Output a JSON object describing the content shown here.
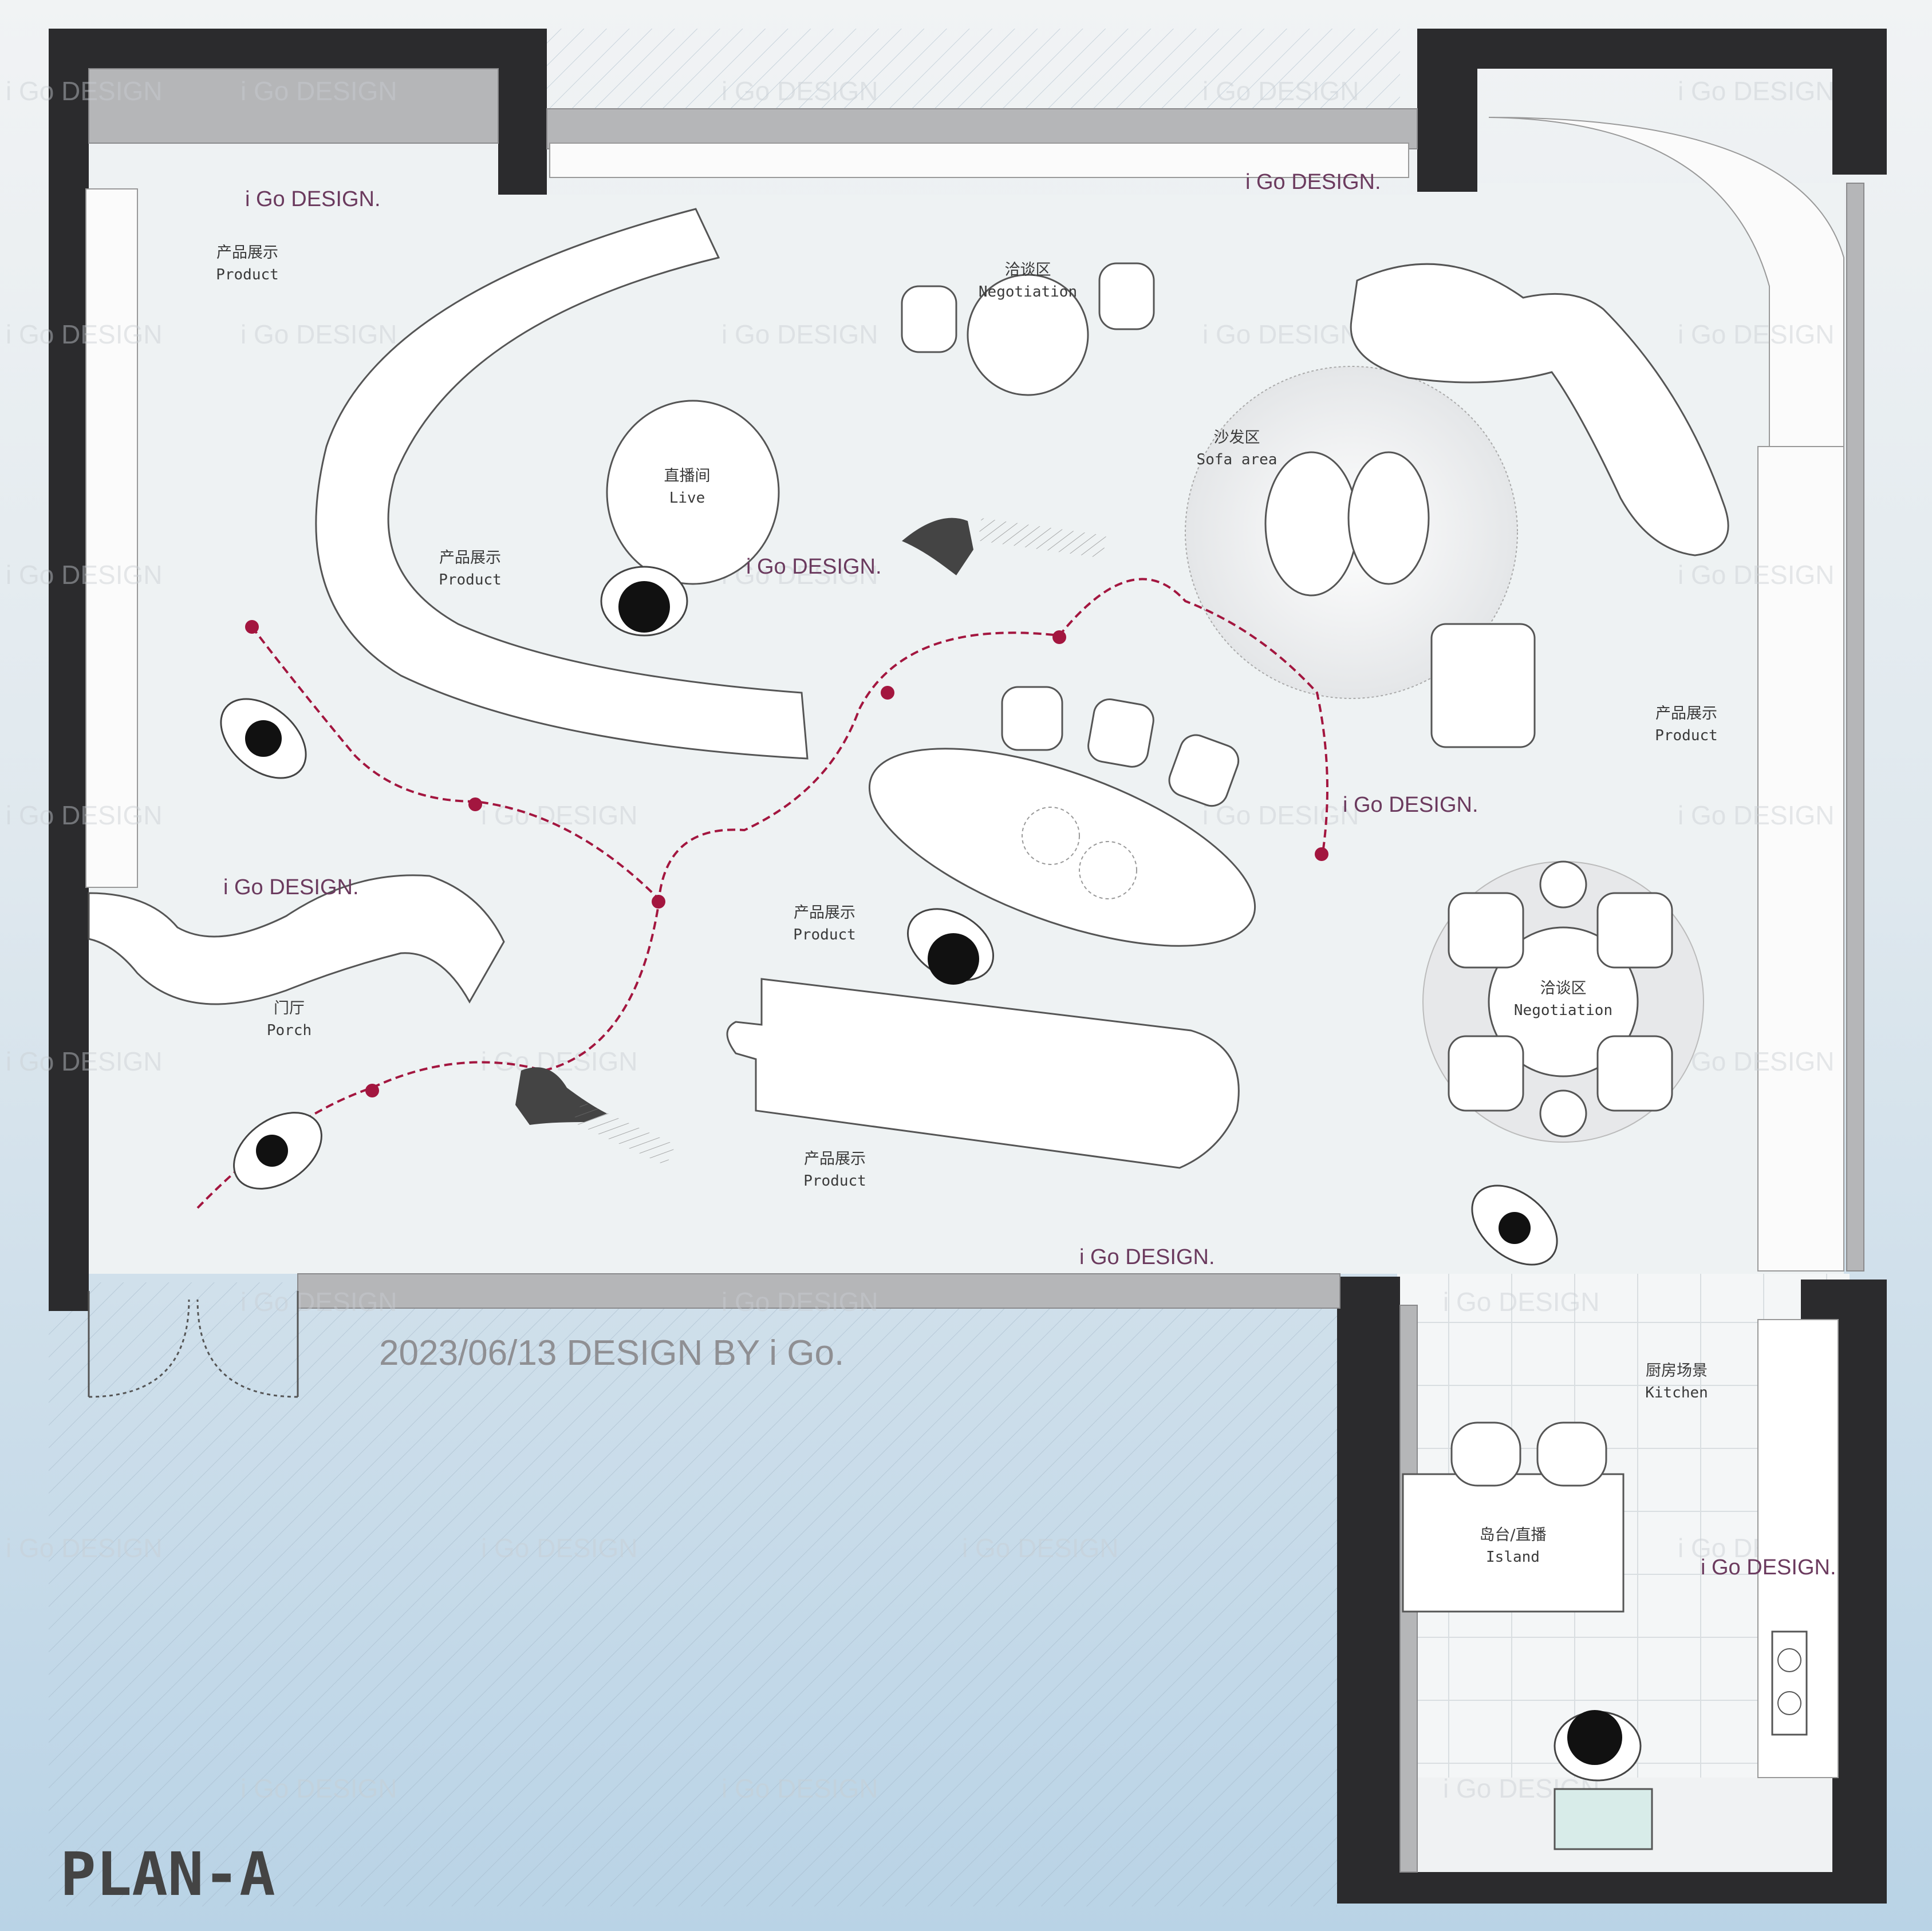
{
  "plan_title": "PLAN-A",
  "date_credit": "2023/06/13 DESIGN BY i Go.",
  "brand_label": "i Go DESIGN.",
  "watermark_text": "i Go DESIGN",
  "zones": {
    "product_1": {
      "cn": "产品展示",
      "en": "Product"
    },
    "product_2": {
      "cn": "产品展示",
      "en": "Product"
    },
    "product_3": {
      "cn": "产品展示",
      "en": "Product"
    },
    "product_4": {
      "cn": "产品展示",
      "en": "Product"
    },
    "product_5": {
      "cn": "产品展示",
      "en": "Product"
    },
    "live": {
      "cn": "直播间",
      "en": "Live"
    },
    "negotiation_1": {
      "cn": "洽谈区",
      "en": "Negotiation"
    },
    "negotiation_2": {
      "cn": "洽谈区",
      "en": "Negotiation"
    },
    "sofa": {
      "cn": "沙发区",
      "en": "Sofa area"
    },
    "porch": {
      "cn": "门厅",
      "en": "Porch"
    },
    "kitchen": {
      "cn": "厨房场景",
      "en": "Kitchen"
    },
    "island": {
      "cn": "岛台/直播",
      "en": "Island"
    }
  },
  "colors": {
    "wall": "#2b2b2d",
    "floor": "#eef2f3",
    "route": "#a3163f",
    "brand": "#6b3a5e",
    "furniture": "#ffffff"
  },
  "icons": [
    "person-figure",
    "dog-figure",
    "route-marker"
  ]
}
